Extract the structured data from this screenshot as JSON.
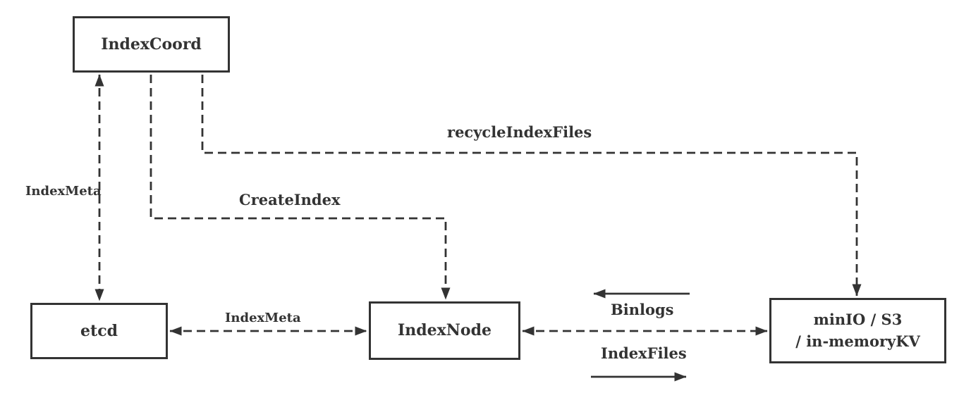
{
  "nodes": {
    "index_coord": {
      "label": "IndexCoord"
    },
    "etcd": {
      "label": "etcd"
    },
    "index_node": {
      "label": "IndexNode"
    },
    "storage": {
      "label_line1": "minIO / S3",
      "label_line2": "/ in-memoryKV"
    }
  },
  "edges": {
    "index_meta_vertical": {
      "label": "IndexMeta",
      "style": "dashed",
      "arrows": "both-up-down"
    },
    "create_index": {
      "label": "CreateIndex",
      "style": "dashed",
      "arrows": "end-into-indexnode"
    },
    "recycle_index_files": {
      "label": "recycleIndexFiles",
      "style": "dashed",
      "arrows": "end-into-storage"
    },
    "index_meta_horizontal": {
      "label": "IndexMeta",
      "style": "dashed",
      "arrows": "both-left-right"
    },
    "binlogs": {
      "label": "Binlogs",
      "style": "solid",
      "arrows": "left"
    },
    "index_files": {
      "label": "IndexFiles",
      "style": "solid",
      "arrows": "right"
    }
  },
  "colors": {
    "stroke": "#333333",
    "text": "#333333",
    "background": "#ffffff"
  }
}
